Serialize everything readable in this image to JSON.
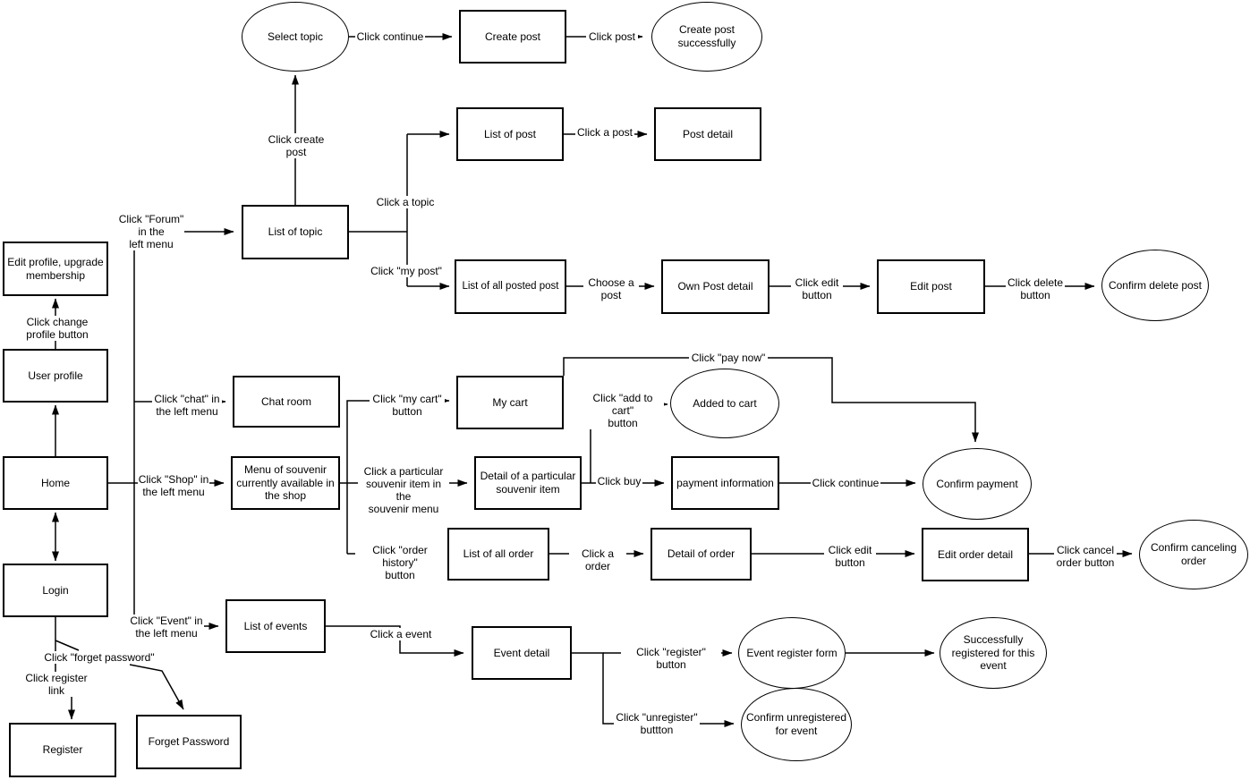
{
  "diagram": {
    "title": "User flow diagram",
    "colors": {
      "stroke": "#000000",
      "background": "#ffffff",
      "text": "#000000"
    },
    "nodes": {
      "select_topic": {
        "shape": "ellipse",
        "label": "Select topic"
      },
      "create_post": {
        "shape": "rect",
        "label": "Create post"
      },
      "create_post_success": {
        "shape": "ellipse",
        "label": "Create post\nsuccessfully"
      },
      "list_of_post": {
        "shape": "rect",
        "label": "List of post"
      },
      "post_detail": {
        "shape": "rect",
        "label": "Post detail"
      },
      "list_of_topic": {
        "shape": "rect",
        "label": "List of topic"
      },
      "list_all_posted": {
        "shape": "rect",
        "label": "List of all posted post"
      },
      "own_post_detail": {
        "shape": "rect",
        "label": "Own Post detail"
      },
      "edit_post": {
        "shape": "rect",
        "label": "Edit post"
      },
      "confirm_delete_post": {
        "shape": "ellipse",
        "label": "Confirm delete post"
      },
      "edit_profile": {
        "shape": "rect",
        "label": "Edit profile, upgrade\nmembership"
      },
      "user_profile": {
        "shape": "rect",
        "label": "User profile"
      },
      "home": {
        "shape": "rect",
        "label": "Home"
      },
      "login": {
        "shape": "rect",
        "label": "Login"
      },
      "register": {
        "shape": "rect",
        "label": "Register"
      },
      "forget_password": {
        "shape": "rect",
        "label": "Forget Password"
      },
      "chat_room": {
        "shape": "rect",
        "label": "Chat room"
      },
      "my_cart": {
        "shape": "rect",
        "label": "My cart"
      },
      "added_to_cart": {
        "shape": "ellipse",
        "label": "Added to cart"
      },
      "menu_souvenir": {
        "shape": "rect",
        "label": "Menu of souvenir\ncurrently available in\nthe shop"
      },
      "detail_souvenir": {
        "shape": "rect",
        "label": "Detail of a particular\nsouvenir item"
      },
      "payment_info": {
        "shape": "rect",
        "label": "payment information"
      },
      "confirm_payment": {
        "shape": "ellipse",
        "label": "Confirm payment"
      },
      "list_all_order": {
        "shape": "rect",
        "label": "List of all order"
      },
      "detail_order": {
        "shape": "rect",
        "label": "Detail of order"
      },
      "edit_order_detail": {
        "shape": "rect",
        "label": "Edit order detail"
      },
      "confirm_canceling": {
        "shape": "ellipse",
        "label": "Confirm canceling\norder"
      },
      "list_of_events": {
        "shape": "rect",
        "label": "List of events"
      },
      "event_detail": {
        "shape": "rect",
        "label": "Event detail"
      },
      "event_register_form": {
        "shape": "ellipse",
        "label": "Event register form"
      },
      "success_registered": {
        "shape": "ellipse",
        "label": "Successfully\nregistered for this\nevent"
      },
      "confirm_unregistered": {
        "shape": "ellipse",
        "label": "Confirm unregistered\nfor event"
      }
    },
    "edges": {
      "click_continue": {
        "label": "Click continue"
      },
      "click_post": {
        "label": "Click post"
      },
      "click_create_post": {
        "label": "Click create\npost"
      },
      "click_forum": {
        "label": "Click \"Forum\"\nin the\nleft menu"
      },
      "click_a_topic": {
        "label": "Click a topic"
      },
      "click_a_post": {
        "label": "Click a post"
      },
      "click_my_post": {
        "label": "Click \"my post\""
      },
      "choose_a_post": {
        "label": "Choose a\npost"
      },
      "click_edit_post": {
        "label": "Click edit\nbutton"
      },
      "click_delete": {
        "label": "Click delete\nbutton"
      },
      "click_change_profile": {
        "label": "Click change\nprofile button"
      },
      "click_chat": {
        "label": "Click \"chat\" in\nthe left menu"
      },
      "click_my_cart": {
        "label": "Click \"my cart\"\nbutton"
      },
      "click_add_to_cart": {
        "label": "Click \"add to cart\"\nbutton"
      },
      "click_pay_now": {
        "label": "Click \"pay now\""
      },
      "click_shop": {
        "label": "Click \"Shop\" in\nthe left menu"
      },
      "click_particular": {
        "label": "Click a particular\nsouvenir item in the\nsouvenir menu"
      },
      "click_buy": {
        "label": "Click buy"
      },
      "click_continue_2": {
        "label": "Click continue"
      },
      "click_order_history": {
        "label": "Click \"order history\"\nbutton"
      },
      "click_a_order": {
        "label": "Click a order"
      },
      "click_edit_order": {
        "label": "Click edit\nbutton"
      },
      "click_cancel_order": {
        "label": "Click cancel\norder button"
      },
      "click_event": {
        "label": "Click \"Event\" in\nthe left menu"
      },
      "click_a_event": {
        "label": "Click a event"
      },
      "click_register": {
        "label": "Click \"register\" button"
      },
      "click_unregister": {
        "label": "Click \"unregister\"\nbuttton"
      },
      "click_forget_password": {
        "label": "Click \"forget password\""
      },
      "click_register_link": {
        "label": "Click register\nlink"
      }
    }
  }
}
